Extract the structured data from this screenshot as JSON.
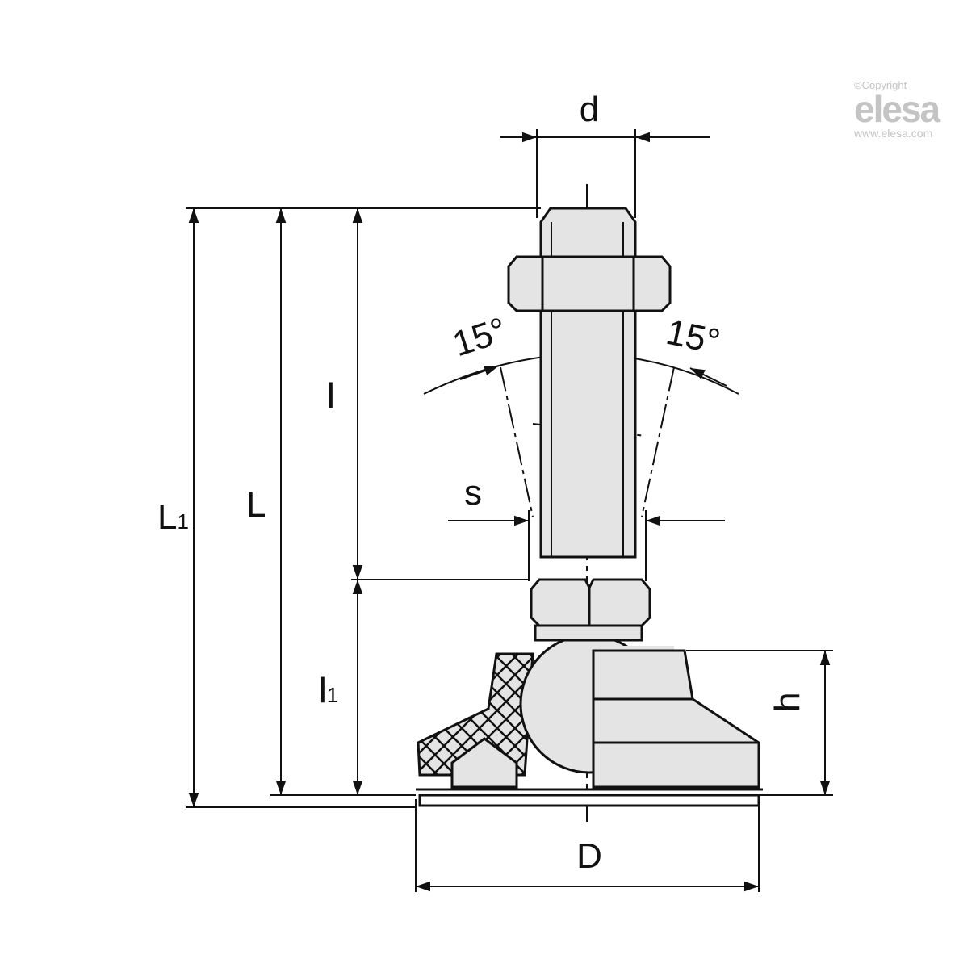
{
  "labels": {
    "d": "d",
    "angle_left": "15°",
    "angle_right": "15°",
    "l": "l",
    "L": "L",
    "L1_main": "L",
    "L1_sub": "1",
    "l1_main": "l",
    "l1_sub": "1",
    "s": "s",
    "h": "h",
    "D": "D"
  },
  "logo": {
    "copyright": "©Copyright",
    "brand": "elesa",
    "url": "www.elesa.com"
  },
  "colors": {
    "line": "#111111",
    "fill": "#e4e4e4",
    "logo": "#c4c4c4"
  }
}
